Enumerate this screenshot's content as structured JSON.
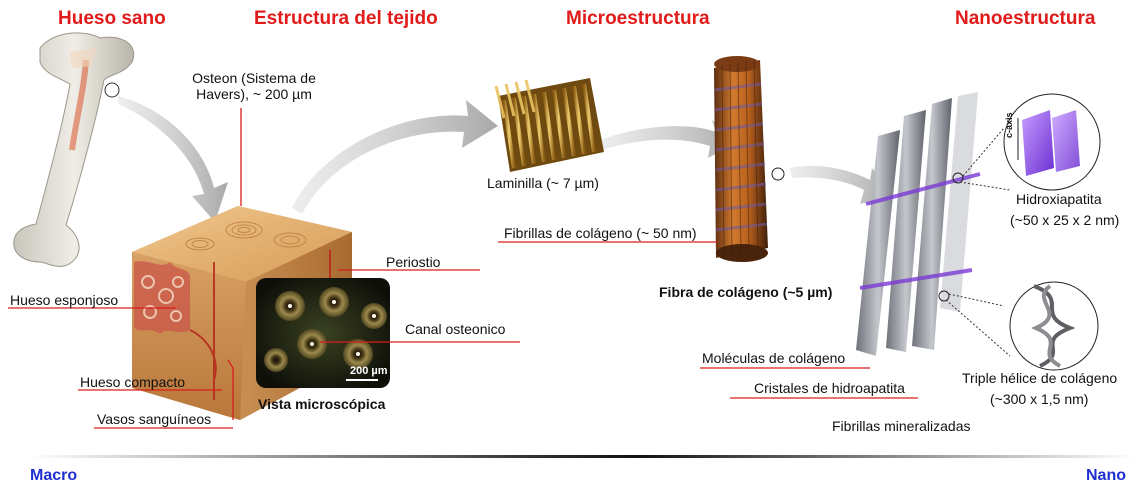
{
  "headers": {
    "healthy_bone": "Hueso sano",
    "tissue_structure": "Estructura del tejido",
    "microstructure": "Microestructura",
    "nanostructure": "Nanoestructura"
  },
  "labels": {
    "osteon": "Osteon (Sistema de Havers), ~ 200 µm",
    "spongy_bone": "Hueso esponjoso",
    "compact_bone": "Hueso compacto",
    "blood_vessels": "Vasos sanguíneos",
    "periosteum": "Periostio",
    "osteonic_canal": "Canal osteonico",
    "scale_bar": "200 µm",
    "microscopic_view": "Vista microscópica",
    "lamella": "Laminilla (~ 7 µm)",
    "collagen_fibrils": "Fibrillas de colágeno (~ 50 nm)",
    "collagen_fiber": "Fibra de colágeno (~5 µm)",
    "hydroxyapatite_line1": "Hidroxiapatita",
    "hydroxyapatite_line2": "(~50 x 25 x 2 nm)",
    "c_axis": "c-axis",
    "collagen_molecules": "Moléculas de colágeno",
    "hydroapatite_crystals": "Cristales de hidroapatita",
    "triple_helix_line1": "Triple hélice de colágeno",
    "triple_helix_line2": "(~300 x 1,5 nm)",
    "mineralized_fibrils": "Fibrillas mineralizadas"
  },
  "scale_axis": {
    "left": "Macro",
    "right": "Nano"
  },
  "colors": {
    "header_red": "#e11a1a",
    "scale_blue": "#1f2fd0",
    "leader_red": "#d81e1e"
  }
}
